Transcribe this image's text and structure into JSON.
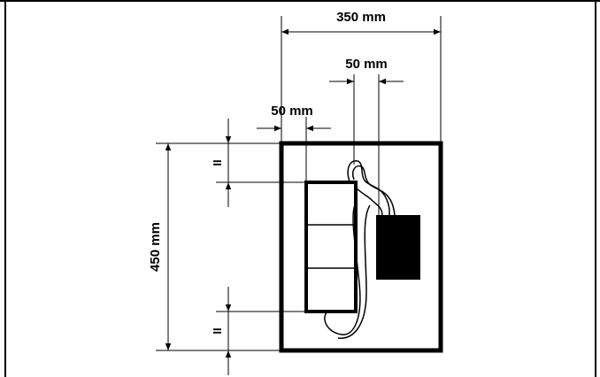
{
  "dimensions": {
    "width_label": "350 mm",
    "height_label": "450 mm",
    "offset_top_label": "50 mm",
    "offset_left_label": "50 mm",
    "equal_top_label": "II",
    "equal_bottom_label": "II"
  },
  "colors": {
    "line": "#000000",
    "background": "#ffffff",
    "box_fill": "#000000"
  }
}
